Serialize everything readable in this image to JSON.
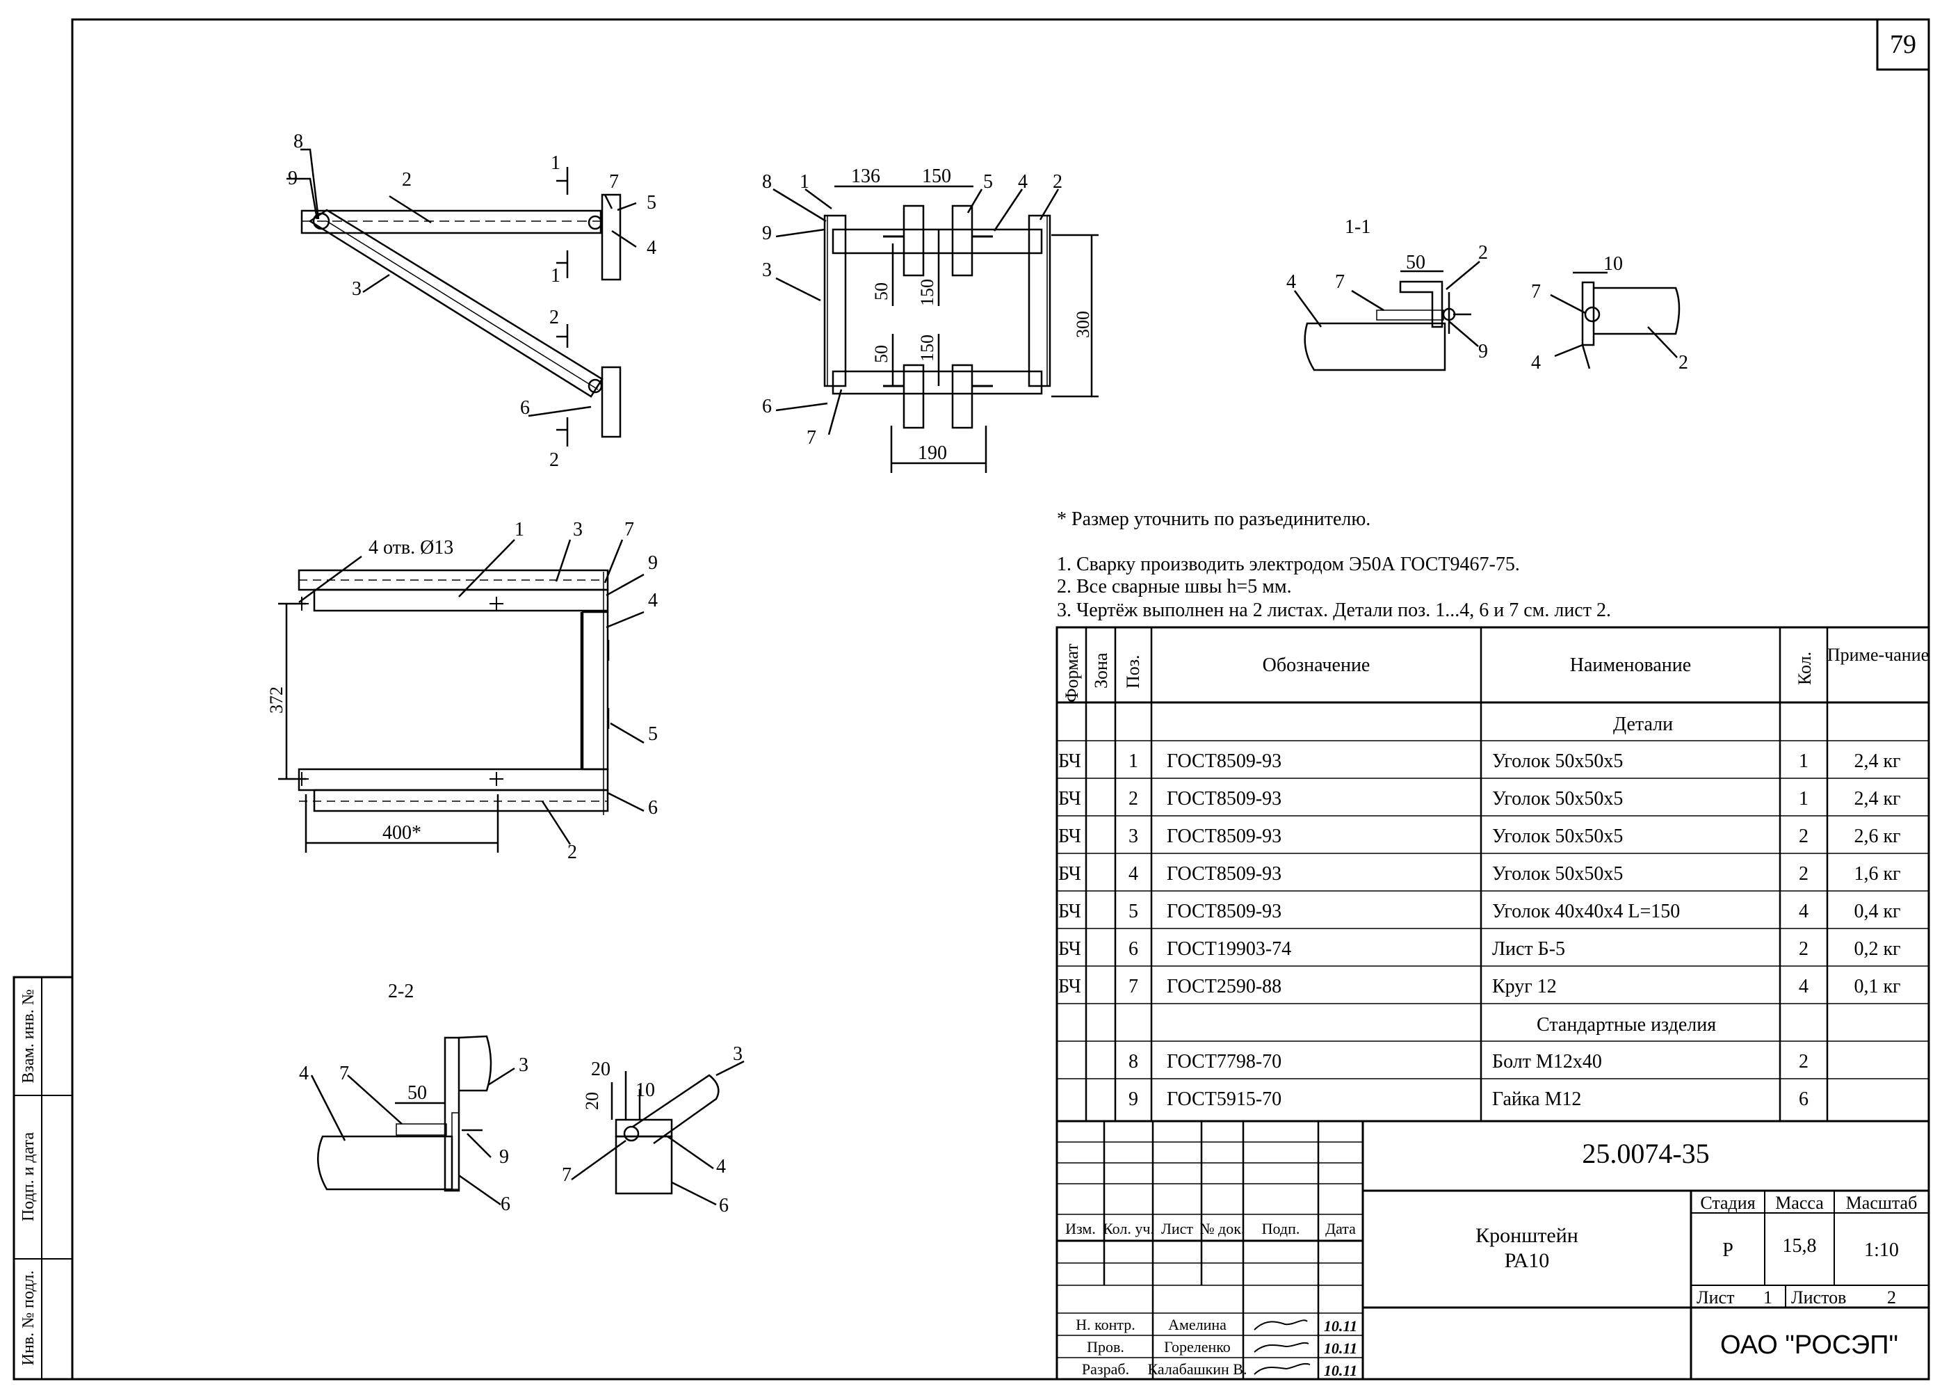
{
  "page_number": "79",
  "drawing_title": "Кронштейн",
  "drawing_subtitle": "РА10",
  "document_code": "25.0074-35",
  "organization": "ОАО \"РОСЭП\"",
  "stage_header": "Стадия",
  "mass_header": "Масса",
  "scale_header": "Масштаб",
  "stage_value": "Р",
  "mass_value": "15,8",
  "scale_value": "1:10",
  "sheet_label": "Лист",
  "sheet_value": "1",
  "sheets_label": "Листов",
  "sheets_value": "2",
  "left_margin_labels": [
    "Инв. № подл.",
    "Подп. и дата",
    "Взам. инв. №"
  ],
  "notes": {
    "star_note": "* Размер уточнить по разъединителю.",
    "items": [
      "1. Сварку производить электродом Э50А ГОСТ9467-75.",
      "2. Все сварные швы h=5 мм.",
      "3. Чертёж выполнен на 2 листах. Детали поз. 1...4, 6 и 7 см. лист 2."
    ]
  },
  "spec_table": {
    "headers": {
      "format": "Формат",
      "zone": "Зона",
      "pos": "Поз.",
      "designation": "Обозначение",
      "name": "Наименование",
      "qty": "Кол.",
      "note": "Приме-чание"
    },
    "section_details": "Детали",
    "section_standard": "Стандартные изделия",
    "rows": [
      {
        "format": "БЧ",
        "pos": "1",
        "designation": "ГОСТ8509-93",
        "name": "Уголок 50х50х5",
        "qty": "1",
        "note": "2,4 кг"
      },
      {
        "format": "БЧ",
        "pos": "2",
        "designation": "ГОСТ8509-93",
        "name": "Уголок 50х50х5",
        "qty": "1",
        "note": "2,4 кг"
      },
      {
        "format": "БЧ",
        "pos": "3",
        "designation": "ГОСТ8509-93",
        "name": "Уголок 50х50х5",
        "qty": "2",
        "note": "2,6 кг"
      },
      {
        "format": "БЧ",
        "pos": "4",
        "designation": "ГОСТ8509-93",
        "name": "Уголок 50х50х5",
        "qty": "2",
        "note": "1,6 кг"
      },
      {
        "format": "БЧ",
        "pos": "5",
        "designation": "ГОСТ8509-93",
        "name": "Уголок 40х40х4 L=150",
        "qty": "4",
        "note": "0,4 кг"
      },
      {
        "format": "БЧ",
        "pos": "6",
        "designation": "ГОСТ19903-74",
        "name": "Лист Б-5",
        "qty": "2",
        "note": "0,2 кг"
      },
      {
        "format": "БЧ",
        "pos": "7",
        "designation": "ГОСТ2590-88",
        "name": "Круг 12",
        "qty": "4",
        "note": "0,1 кг"
      }
    ],
    "standard_rows": [
      {
        "pos": "8",
        "designation": "ГОСТ7798-70",
        "name": "Болт М12х40",
        "qty": "2"
      },
      {
        "pos": "9",
        "designation": "ГОСТ5915-70",
        "name": "Гайка М12",
        "qty": "6"
      }
    ]
  },
  "title_block": {
    "col_headers": [
      "Изм.",
      "Кол. уч.",
      "Лист",
      "№ док.",
      "Подп.",
      "Дата"
    ],
    "signers": [
      {
        "role": "Н. контр.",
        "name": "Амелина",
        "date": "10.11"
      },
      {
        "role": "Пров.",
        "name": "Гореленко",
        "date": "10.11"
      },
      {
        "role": "Разраб.",
        "name": "Калабашкин В.",
        "date": "10.11"
      }
    ]
  },
  "views": {
    "side": {
      "labels": [
        "8",
        "9",
        "2",
        "1",
        "1",
        "7",
        "5",
        "4",
        "3",
        "2",
        "2",
        "6"
      ]
    },
    "front": {
      "labels": [
        "8",
        "1",
        "9",
        "3",
        "6",
        "7",
        "5",
        "4",
        "2"
      ],
      "dims": [
        "136",
        "150",
        "50",
        "150",
        "50",
        "150",
        "300",
        "190"
      ]
    },
    "plan": {
      "labels": [
        "1",
        "3",
        "7",
        "9",
        "4",
        "5",
        "6",
        "2"
      ],
      "dims": [
        "4 отв. Ø13",
        "372",
        "400*"
      ]
    },
    "section_1_1": {
      "title": "1-1",
      "labels": [
        "4",
        "7",
        "2",
        "9",
        "7",
        "4",
        "2"
      ],
      "dims": [
        "50",
        "10"
      ]
    },
    "section_2_2": {
      "title": "2-2",
      "labels": [
        "4",
        "7",
        "3",
        "9",
        "6",
        "3",
        "7",
        "4",
        "6"
      ],
      "dims": [
        "50",
        "20",
        "20",
        "10"
      ]
    }
  }
}
